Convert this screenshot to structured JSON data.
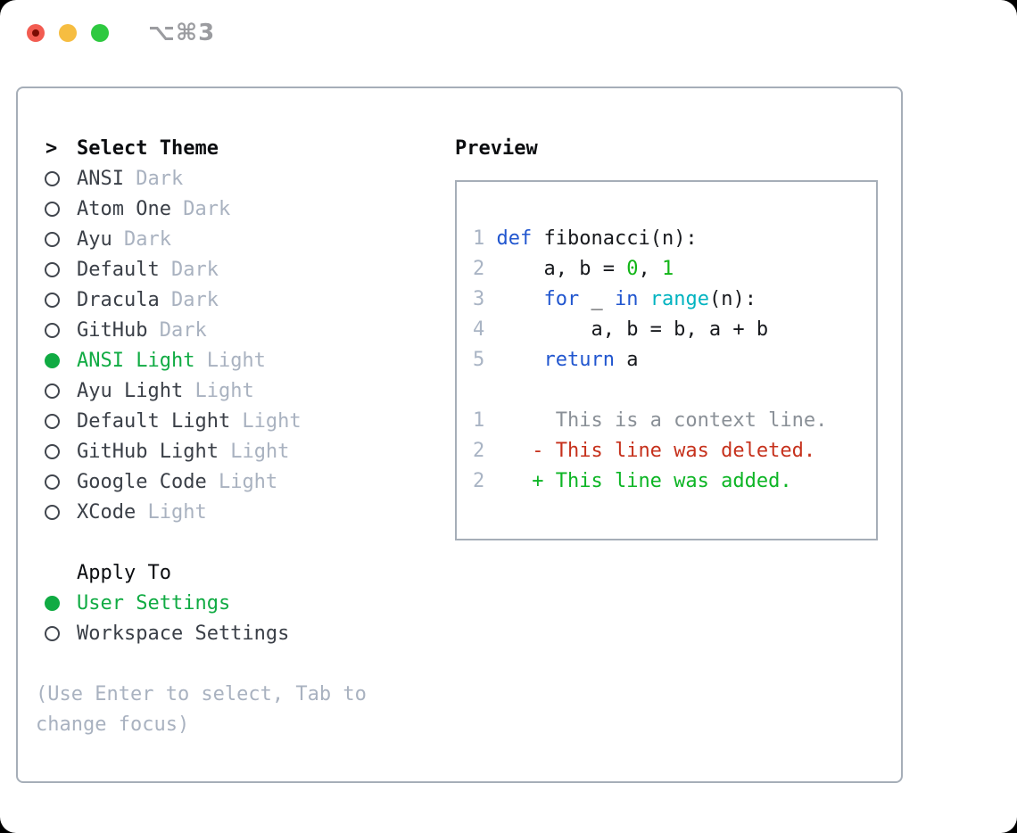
{
  "window": {
    "shortcut": "⌥⌘3",
    "traffic_lights": [
      "close",
      "minimize",
      "maximize"
    ]
  },
  "theme_panel": {
    "cursor": ">",
    "title": "Select Theme",
    "items": [
      {
        "name": "ANSI",
        "variant": "Dark",
        "selected": false
      },
      {
        "name": "Atom One",
        "variant": "Dark",
        "selected": false
      },
      {
        "name": "Ayu",
        "variant": "Dark",
        "selected": false
      },
      {
        "name": "Default",
        "variant": "Dark",
        "selected": false
      },
      {
        "name": "Dracula",
        "variant": "Dark",
        "selected": false
      },
      {
        "name": "GitHub",
        "variant": "Dark",
        "selected": false
      },
      {
        "name": "ANSI Light",
        "variant": "Light",
        "selected": true
      },
      {
        "name": "Ayu Light",
        "variant": "Light",
        "selected": false
      },
      {
        "name": "Default Light",
        "variant": "Light",
        "selected": false
      },
      {
        "name": "GitHub Light",
        "variant": "Light",
        "selected": false
      },
      {
        "name": "Google Code",
        "variant": "Light",
        "selected": false
      },
      {
        "name": "XCode",
        "variant": "Light",
        "selected": false
      }
    ]
  },
  "apply_panel": {
    "title": "Apply To",
    "options": [
      {
        "label": "User Settings",
        "selected": true
      },
      {
        "label": "Workspace Settings",
        "selected": false
      }
    ]
  },
  "hint_lines": [
    "(Use Enter to select, Tab to",
    "change focus)"
  ],
  "preview": {
    "title": "Preview",
    "code_lines": [
      {
        "num": "1",
        "tokens": [
          {
            "text": "def",
            "type": "kw"
          },
          {
            "text": " fibonacci(n):",
            "type": "pl"
          }
        ]
      },
      {
        "num": "2",
        "tokens": [
          {
            "text": "    a, b = ",
            "type": "pl"
          },
          {
            "text": "0",
            "type": "num"
          },
          {
            "text": ", ",
            "type": "pl"
          },
          {
            "text": "1",
            "type": "num"
          }
        ]
      },
      {
        "num": "3",
        "tokens": [
          {
            "text": "    ",
            "type": "pl"
          },
          {
            "text": "for",
            "type": "kw"
          },
          {
            "text": " _ ",
            "type": "pl"
          },
          {
            "text": "in",
            "type": "kw"
          },
          {
            "text": " ",
            "type": "pl"
          },
          {
            "text": "range",
            "type": "fn"
          },
          {
            "text": "(n):",
            "type": "pl"
          }
        ]
      },
      {
        "num": "4",
        "tokens": [
          {
            "text": "        a, b = b, a + b",
            "type": "pl"
          }
        ]
      },
      {
        "num": "5",
        "tokens": [
          {
            "text": "    ",
            "type": "pl"
          },
          {
            "text": "return",
            "type": "kw"
          },
          {
            "text": " a",
            "type": "pl"
          }
        ]
      }
    ],
    "diff_lines": [
      {
        "num": "1",
        "tokens": [
          {
            "text": "     This is a context line.",
            "type": "ctx"
          }
        ]
      },
      {
        "num": "2",
        "tokens": [
          {
            "text": "   - This line was deleted.",
            "type": "del"
          }
        ]
      },
      {
        "num": "2",
        "tokens": [
          {
            "text": "   + This line was added.",
            "type": "add"
          }
        ]
      }
    ]
  },
  "colors": {
    "border": "#a6aeb8",
    "selected_green": "#10ab43",
    "keyword_blue": "#2156cf",
    "builtin_cyan": "#00b3c0",
    "number_green": "#12b517",
    "deleted_red": "#c6311c",
    "added_green": "#0db525",
    "context_gray": "#8a9097",
    "muted_gray": "#a9b2c0",
    "line_number_gray": "#a9b4c4",
    "traffic_red": "#f25c51",
    "traffic_yellow": "#f6bd41",
    "traffic_green": "#2ec940"
  }
}
